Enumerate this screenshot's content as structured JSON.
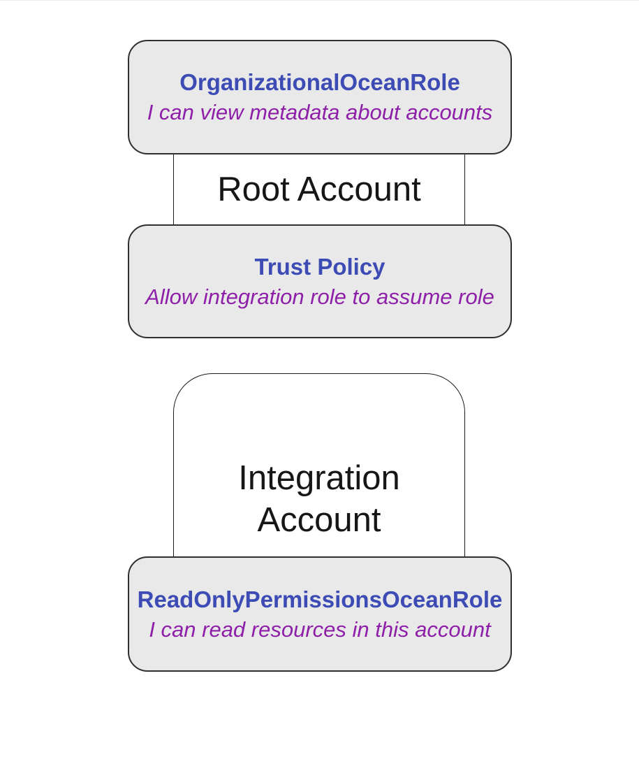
{
  "diagram": {
    "colors": {
      "node_fill": "#e9e9e9",
      "node_border": "#2f2f2f",
      "container_fill": "#ffffff",
      "container_border": "#1b1b1b",
      "title_color": "#3c4cb4",
      "desc_color": "#8e1fa8",
      "label_color": "#161616",
      "page_bg": "#ffffff"
    },
    "containers": [
      {
        "id": "root-account",
        "label": "Root Account"
      },
      {
        "id": "integration-account",
        "label": "Integration Account"
      }
    ],
    "nodes": [
      {
        "id": "organizational-ocean-role",
        "title": "OrganizationalOceanRole",
        "description": "I can view metadata about accounts"
      },
      {
        "id": "trust-policy",
        "title": "Trust Policy",
        "description": "Allow integration role to assume role"
      },
      {
        "id": "readonly-permissions-ocean-role",
        "title": "ReadOnlyPermissionsOceanRole",
        "description": "I can read resources in this account"
      }
    ]
  }
}
